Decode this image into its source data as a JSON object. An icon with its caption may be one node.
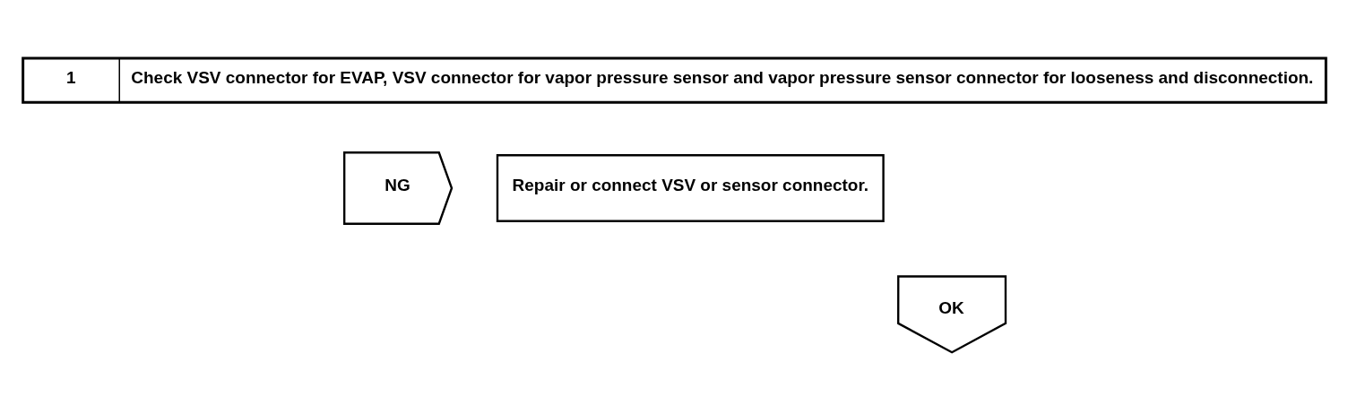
{
  "diagram": {
    "nodes": [
      {
        "text": [
          "1",
          "Check VSV connector for EVAP, VSV connector for vapor pressure sensor and vapor pressure sensor connector for looseness and disconnection."
        ]
      },
      {
        "text": [
          "NG"
        ]
      },
      {
        "text": [
          "Repair or connect VSV or sensor connector."
        ]
      },
      {
        "text": [
          "OK"
        ]
      }
    ]
  }
}
